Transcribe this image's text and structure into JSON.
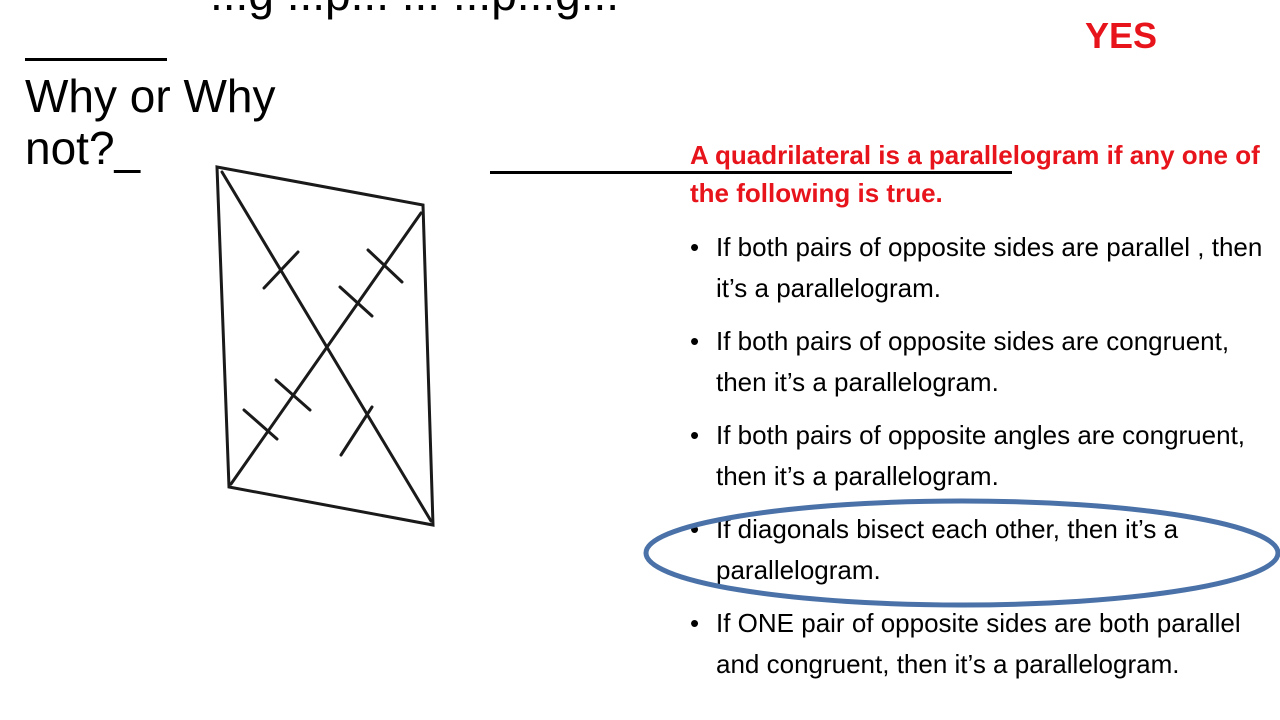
{
  "slide": {
    "title_partial": "...g ...p... ... ...p...g...",
    "answer": "YES",
    "question": "Why or Why\nnot?_",
    "figure_icon": "parallelogram-diagonals-tick-marks",
    "rules_heading": "A quadrilateral is a parallelogram if any one of the following is true.",
    "bullet_symbol": "•",
    "rules": [
      "If both pairs of opposite sides are parallel , then it’s a parallelogram.",
      "If both pairs of opposite sides are congruent, then it’s a parallelogram.",
      "If both pairs of opposite angles are congruent, then it’s a parallelogram.",
      "If diagonals bisect each other, then it’s a parallelogram.",
      "If ONE pair of opposite sides are both parallel and congruent, then it’s a parallelogram."
    ],
    "highlighted_rule_index": 3
  },
  "colors": {
    "accent_red": "#e8141c",
    "highlight_ring": "#4a72a8",
    "text": "#000000",
    "background": "#ffffff"
  }
}
